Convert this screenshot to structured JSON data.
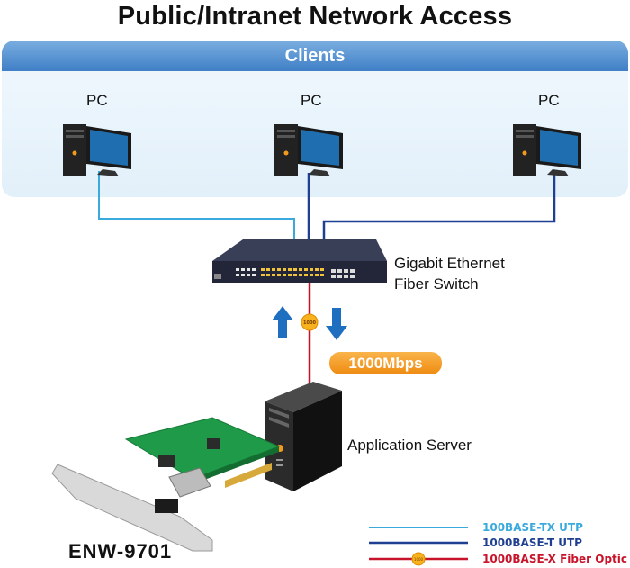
{
  "title": "Public/Intranet Network Access",
  "clients": {
    "header": "Clients",
    "pcs": [
      {
        "label": "PC"
      },
      {
        "label": "PC"
      },
      {
        "label": "PC"
      }
    ]
  },
  "switch": {
    "label_line1": "Gigabit Ethernet",
    "label_line2": "Fiber Switch"
  },
  "link": {
    "speed": "1000Mbps",
    "marker": "1000"
  },
  "server": {
    "label": "Application Server"
  },
  "product": {
    "name": "ENW-9701"
  },
  "legend": [
    {
      "label": "100BASE-TX UTP",
      "color": "#3aa9dc"
    },
    {
      "label": "1000BASE-T UTP",
      "color": "#1f3f92"
    },
    {
      "label": "1000BASE-X Fiber Optic",
      "color": "#c8142a",
      "marker": "1000"
    }
  ],
  "colors": {
    "utp_100": "#3aa9dc",
    "utp_1000": "#1f3f92",
    "fiber": "#c8142a",
    "accent_orange": "#f29a1e",
    "arrow_blue": "#1e6fc0"
  }
}
